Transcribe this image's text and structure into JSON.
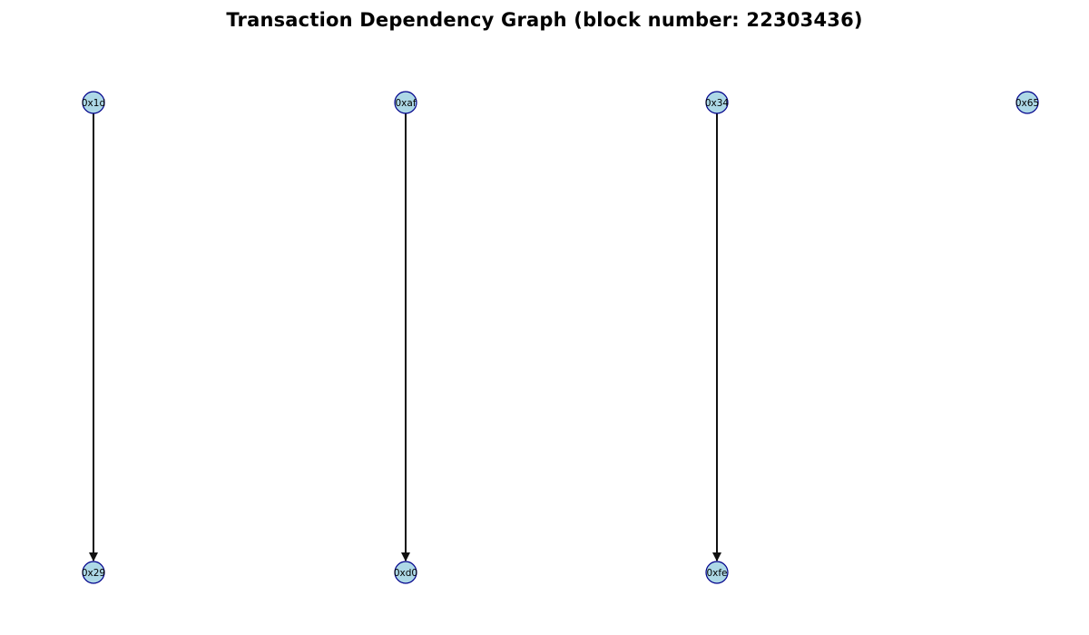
{
  "title": "Transaction Dependency Graph (block number: 22303436)",
  "colors": {
    "node_fill": "#add8e6",
    "node_stroke": "#00008b",
    "edge": "#111111"
  },
  "nodes": [
    {
      "id": "n1",
      "label": "0x1d",
      "row": "top",
      "column": 1
    },
    {
      "id": "n2",
      "label": "0xaf",
      "row": "top",
      "column": 2
    },
    {
      "id": "n3",
      "label": "0x34",
      "row": "top",
      "column": 3
    },
    {
      "id": "n4",
      "label": "0x65",
      "row": "top",
      "column": 4
    },
    {
      "id": "n5",
      "label": "0x29",
      "row": "bottom",
      "column": 1
    },
    {
      "id": "n6",
      "label": "0xd0",
      "row": "bottom",
      "column": 2
    },
    {
      "id": "n7",
      "label": "0xfe",
      "row": "bottom",
      "column": 3
    }
  ],
  "edges": [
    {
      "from": "n1",
      "to": "n5"
    },
    {
      "from": "n2",
      "to": "n6"
    },
    {
      "from": "n3",
      "to": "n7"
    }
  ]
}
